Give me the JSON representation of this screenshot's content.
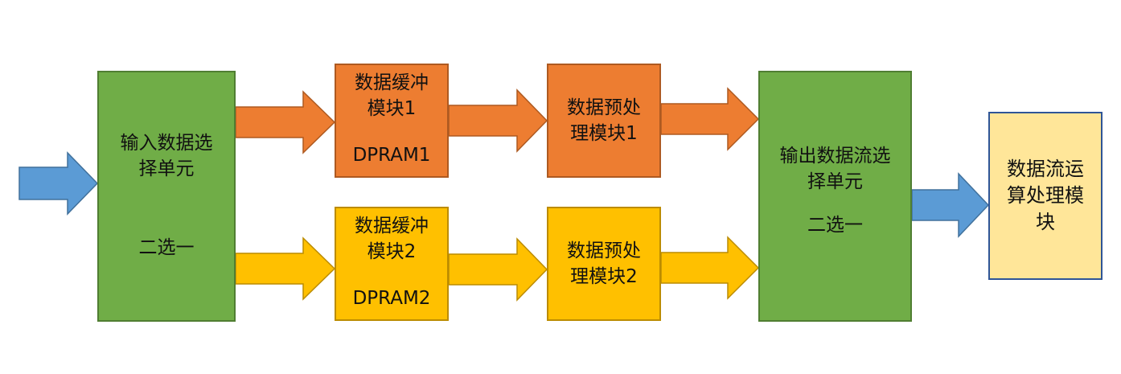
{
  "diagram": {
    "input_select": {
      "line1": "输入数据选",
      "line2": "择单元",
      "mode": "二选一"
    },
    "buffer_1": {
      "line1": "数据缓冲",
      "line2": "模块1",
      "tag": "DPRAM1"
    },
    "buffer_2": {
      "line1": "数据缓冲",
      "line2": "模块2",
      "tag": "DPRAM2"
    },
    "preprocess_1": {
      "line1": "数据预处",
      "line2": "理模块1"
    },
    "preprocess_2": {
      "line1": "数据预处",
      "line2": "理模块2"
    },
    "output_select": {
      "line1": "输出数据流选",
      "line2": "择单元",
      "mode": "二选一"
    },
    "compute": {
      "line1": "数据流运",
      "line2": "算处理模",
      "line3": "块"
    }
  },
  "colors": {
    "input_arrow": "#5b9bd5",
    "path1": "#ed7d31",
    "path2": "#ffc000",
    "select_unit": "#70ad47",
    "compute_unit": "#ffe699",
    "compute_border": "#2f5597"
  }
}
